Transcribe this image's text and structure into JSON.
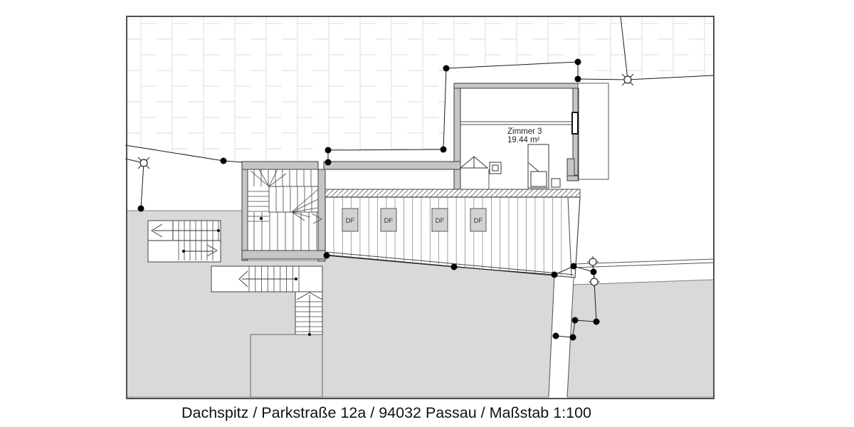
{
  "plan": {
    "caption": "Dachspitz / Parkstraße 12a / 94032 Passau / Maßstab 1:100",
    "room": {
      "name": "Zimmer 3",
      "area": "19.44 m²"
    },
    "roof_windows": {
      "labels": [
        "DF",
        "DF",
        "DF",
        "DF"
      ]
    },
    "colors": {
      "terrain": "#d9d9d9",
      "wall": "#c6c6c6",
      "roof_window_fill": "#d2d2d2",
      "hatch_line": "#e2e2e2",
      "survey": "#1a1a1a"
    }
  }
}
